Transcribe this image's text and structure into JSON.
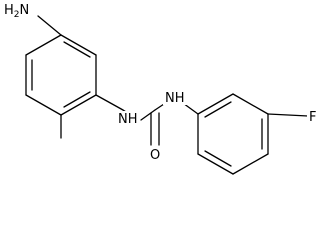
{
  "molecule": {
    "atoms": {
      "amine_label": "NH2",
      "amine_n": "N",
      "amine_h": "H",
      "amine_sub": "2",
      "urea_nh_left": "NH",
      "urea_nh_right": "NH",
      "carbonyl_o": "O",
      "fluorine": "F"
    }
  }
}
